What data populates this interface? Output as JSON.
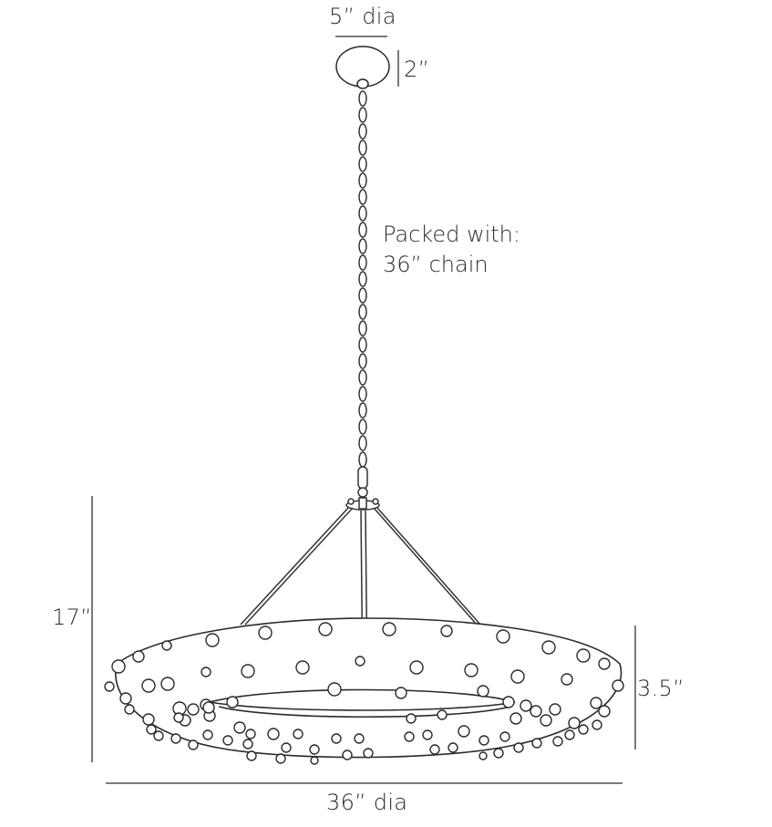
{
  "diagram": {
    "subject": "Ring chandelier dimension drawing",
    "labels": {
      "canopy_diameter": "5” dia",
      "canopy_height": "2”",
      "packed_line1": "Packed with:",
      "packed_line2": "36” chain",
      "overall_height": "17”",
      "ring_height": "3.5”",
      "ring_diameter": "36” dia"
    },
    "components": [
      "canopy",
      "chain",
      "hook",
      "hub",
      "support-rods",
      "ring-with-bubbles"
    ],
    "colors": {
      "line": "#2a2a2a",
      "dimension_line": "#777777",
      "background": "#ffffff"
    }
  }
}
